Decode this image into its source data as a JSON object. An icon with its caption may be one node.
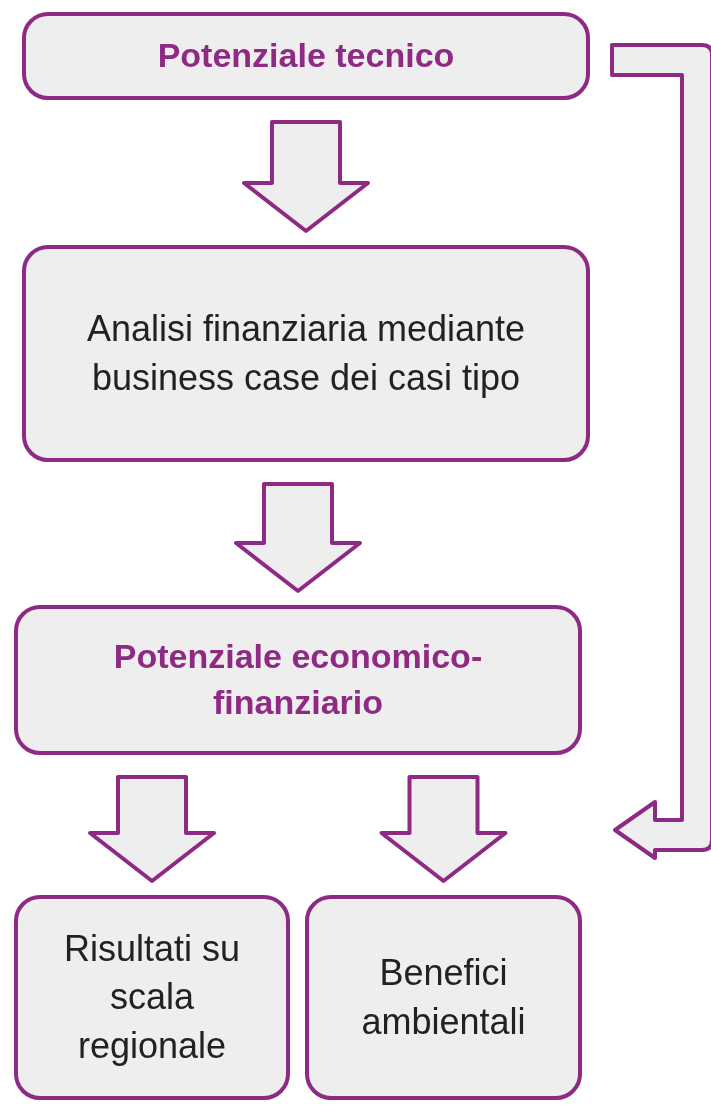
{
  "diagram": {
    "nodes": [
      {
        "text": [
          "Potenziale tecnico"
        ]
      },
      {
        "text": [
          "Analisi finanziaria mediante business case dei casi tipo"
        ]
      },
      {
        "text": [
          "Potenziale economico-finanziario"
        ]
      },
      {
        "text": [
          "Risultati su scala regionale"
        ]
      },
      {
        "text": [
          "Benefici ambientali"
        ]
      }
    ],
    "edges": [
      {
        "from": 0,
        "to": 1,
        "arrow": "to"
      },
      {
        "from": 1,
        "to": 2,
        "arrow": "to"
      },
      {
        "from": 2,
        "to": 3,
        "arrow": "to"
      },
      {
        "from": 2,
        "to": 4,
        "arrow": "to"
      },
      {
        "from": 0,
        "to": null,
        "arrow": "to"
      }
    ]
  }
}
